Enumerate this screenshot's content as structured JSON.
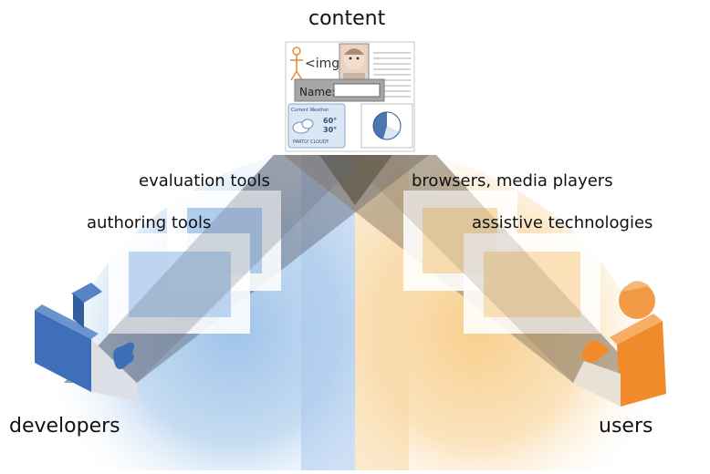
{
  "labels": {
    "content": "content",
    "evaluation_tools": "evaluation tools",
    "authoring_tools": "authoring tools",
    "browsers_media_players": "browsers, media players",
    "assistive_technologies": "assistive technologies",
    "developers": "developers",
    "users": "users"
  },
  "content_thumbnail": {
    "img_tag_text": "<img",
    "form_label": "Name:",
    "weather_title": "Current Weather",
    "weather_temp_high": "60°",
    "weather_temp_low": "30°",
    "weather_condition": "PARTLY CLOUDY"
  },
  "colors": {
    "developer_blue": "#3d6fb8",
    "developer_light": "#b9d3ee",
    "user_orange": "#f28a2a",
    "user_light": "#fbd9a2",
    "tool_gray": "#8f9199"
  }
}
